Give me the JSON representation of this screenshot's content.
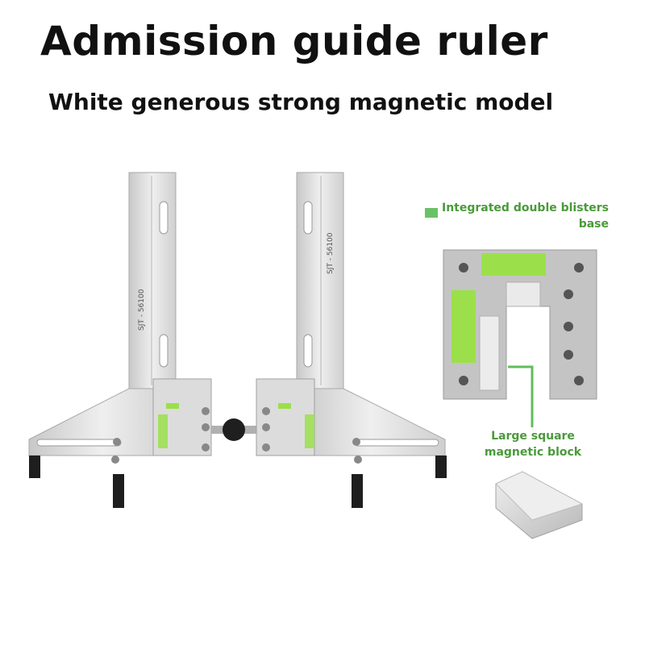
{
  "heading": {
    "title": "Admission guide ruler",
    "subtitle": "White generous strong magnetic model"
  },
  "callouts": {
    "base": "Integrated double blisters base",
    "magnet": "Large square magnetic block"
  },
  "ruler_label": "SJT - 56100",
  "colors": {
    "accent_green": "#4a9a3a",
    "bubble_green": "#9be04a",
    "metal": "#d9d9d9"
  }
}
